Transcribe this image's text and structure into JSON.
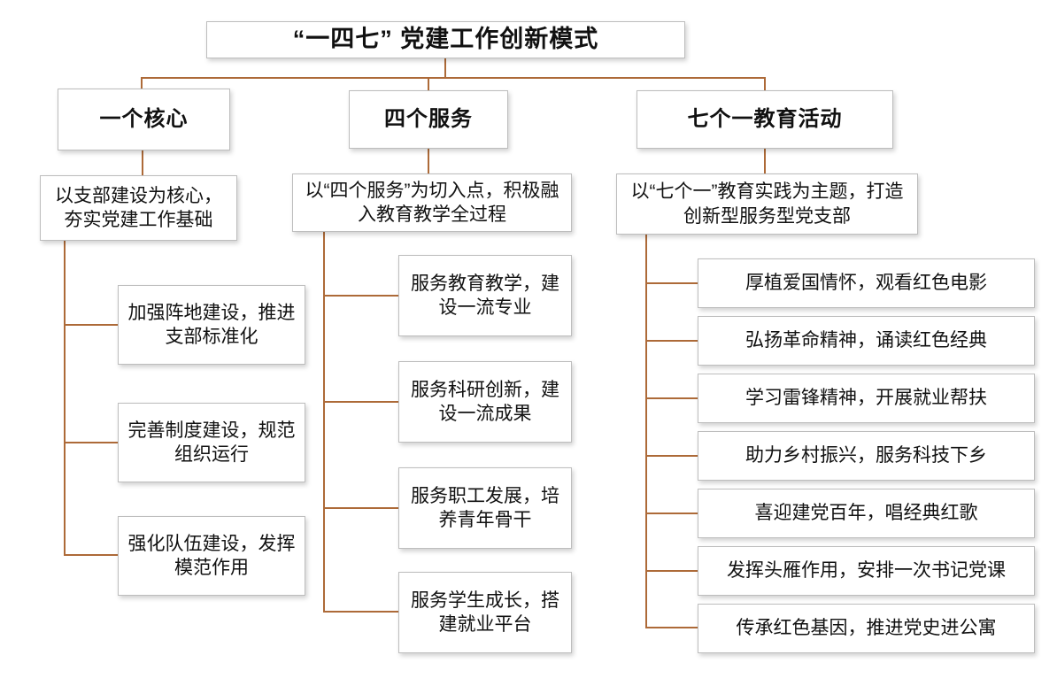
{
  "diagram": {
    "title": "“一四七” 党建工作创新模式",
    "branches": [
      {
        "header": "一个核心",
        "description": "以支部建设为核心，夯实党建工作基础",
        "items": [
          "加强阵地建设，推进支部标准化",
          "完善制度建设，规范组织运行",
          "强化队伍建设，发挥模范作用"
        ]
      },
      {
        "header": "四个服务",
        "description": "以“四个服务”为切入点，积极融入教育教学全过程",
        "items": [
          "服务教育教学，建设一流专业",
          "服务科研创新，建设一流成果",
          "服务职工发展，培养青年骨干",
          "服务学生成长，搭建就业平台"
        ]
      },
      {
        "header": "七个一教育活动",
        "description": "以“七个一”教育实践为主题，打造创新型服务型党支部",
        "items": [
          "厚植爱国情怀，观看红色电影",
          "弘扬革命精神，诵读红色经典",
          "学习雷锋精神，开展就业帮扶",
          "助力乡村振兴，服务科技下乡",
          "喜迎建党百年，唱经典红歌",
          "发挥头雁作用，安排一次书记党课",
          "传承红色基因，推进党史进公寓"
        ]
      }
    ],
    "colors": {
      "connector": "#ad6a38",
      "box_border": "#bdbdbd",
      "box_bg": "#ffffff",
      "text": "#111111"
    }
  }
}
